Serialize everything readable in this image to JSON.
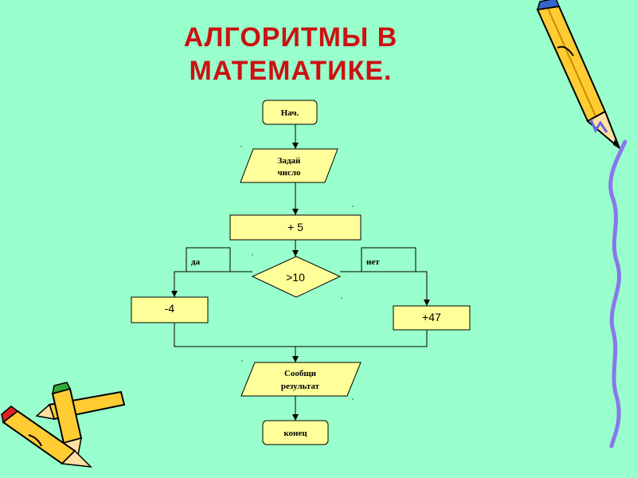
{
  "title": {
    "line1": "АЛГОРИТМЫ В",
    "line2": "МАТЕМАТИКЕ."
  },
  "flowchart": {
    "start": "Нач.",
    "input_line1": "Задай",
    "input_line2": "число",
    "process_add": "+ 5",
    "decision": ">10",
    "yes_label": "да",
    "no_label": "нет",
    "yes_process": "-4",
    "no_process": "+47",
    "output_line1": "Сообщи",
    "output_line2": "результат",
    "end": "конец"
  },
  "colors": {
    "background": "#99ffcc",
    "shape_fill": "#ffff99",
    "title": "#cc1111",
    "pencil_body": "#ffcc33",
    "squiggle": "#8877ee"
  },
  "decor": {
    "top_right": "pencil-icon",
    "bottom_left": "crossed-pencils-icon",
    "right_edge": "wavy-line"
  }
}
